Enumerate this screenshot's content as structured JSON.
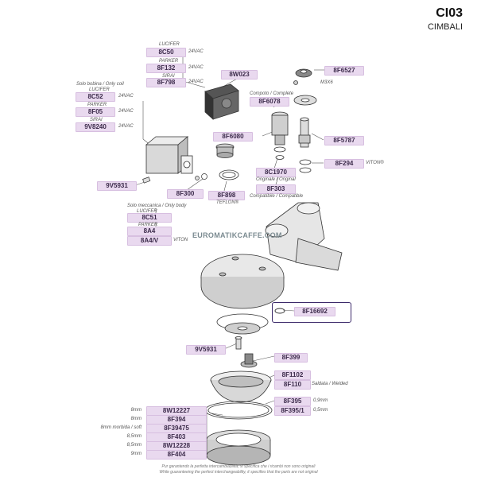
{
  "header": {
    "code": "CI03",
    "brand": "CIMBALI"
  },
  "watermark": "EUROMATIKCAFFE.COM",
  "solenoid_coil": {
    "title_it": "Solo bobina / Only coil",
    "groups": [
      {
        "maker": "LUCIFER",
        "code": "8C52",
        "volt": "24VAC"
      },
      {
        "maker": "PARKER",
        "code": "8F05",
        "volt": "24VAC"
      },
      {
        "maker": "SIRAI",
        "code": "9V8240",
        "volt": "24VAC"
      }
    ]
  },
  "top_coil": {
    "groups": [
      {
        "maker": "LUCIFER",
        "code": "8C50",
        "volt": "24VAC"
      },
      {
        "maker": "PARKER",
        "code": "8F132",
        "volt": "24VAC"
      },
      {
        "maker": "SIRAI",
        "code": "8F798",
        "volt": "24VAC"
      }
    ]
  },
  "parts": {
    "p8W023": "8W023",
    "p8F6527": "8F6527",
    "m3x6": "M3X6",
    "complete_label": "Compoto / Complete",
    "p8F6078": "8F6078",
    "p8F6080": "8F6080",
    "p8F5787": "8F5787",
    "p8F294": "8F294",
    "viton": "VITON®",
    "p9V5931a": "9V5931",
    "p8F300": "8F300",
    "p8F898": "8F898",
    "teflon": "TEFLON®",
    "p8C1970": "8C1970",
    "original_label": "Originale / Original",
    "p8F303": "8F303",
    "compatible_label": "Compatibile / Compatible",
    "p8F16692": "8F16692",
    "p9V5931b": "9V5931",
    "p8F399": "8F399",
    "p8F1102": "8F1102",
    "p8F110": "8F110",
    "welded": "Saldata / Welded",
    "p8F395": "8F395",
    "mm09": "0,9mm",
    "p8F3951": "8F395/1",
    "mm05": "0,5mm"
  },
  "mech_body": {
    "title": "Solo meccanica / Only body",
    "maker1": "LUCIFER",
    "code1": "8C51",
    "maker2": "PARKER",
    "code2": "8A4",
    "code3": "8A4/V",
    "viton": "VITON"
  },
  "gaskets": [
    {
      "size": "8mm",
      "code": "8W12227"
    },
    {
      "size": "8mm",
      "code": "8F394"
    },
    {
      "size": "8mm morbida / soft",
      "code": "8F39475"
    },
    {
      "size": "8,5mm",
      "code": "8F403"
    },
    {
      "size": "8,5mm",
      "code": "8W12228"
    },
    {
      "size": "9mm",
      "code": "8F404"
    }
  ],
  "footer": {
    "line1": "Pur garantendo la perfetta intercambiabilità, si specifica che i ricambi non sono originali",
    "line2": "While guaranteeing the perfect interchangeability, it specifies that the parts are not original"
  }
}
